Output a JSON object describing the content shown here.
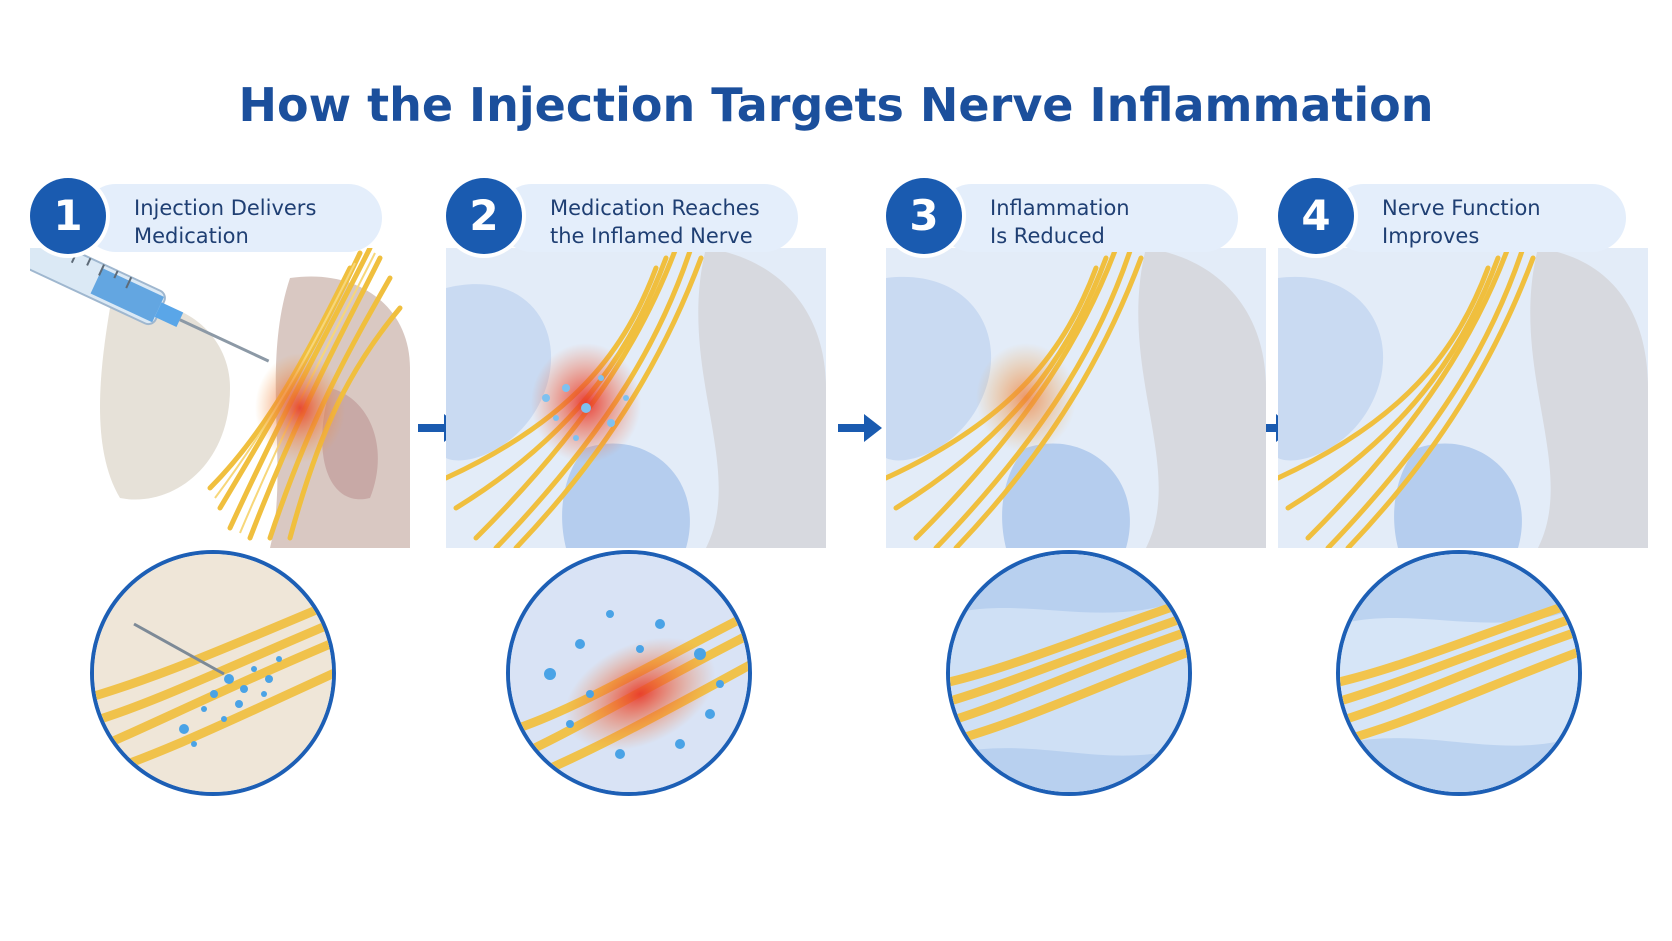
{
  "title": "How the Injection Targets Nerve Inflammation",
  "steps": [
    {
      "number": "1",
      "label_line1": "Injection Delivers",
      "label_line2": "Medication"
    },
    {
      "number": "2",
      "label_line1": "Medication Reaches",
      "label_line2": "the Inflamed Nerve"
    },
    {
      "number": "3",
      "label_line1": "Inflammation",
      "label_line2": "Is Reduced"
    },
    {
      "number": "4",
      "label_line1": "Nerve Function",
      "label_line2": "Improves"
    }
  ],
  "colors": {
    "accent": "#1a5bb0",
    "title": "#1b4f9c",
    "pill": "#e4eefb",
    "nerve": "#f2c24a",
    "inflammation": "#e8452c",
    "medication": "#4aa3e6"
  }
}
